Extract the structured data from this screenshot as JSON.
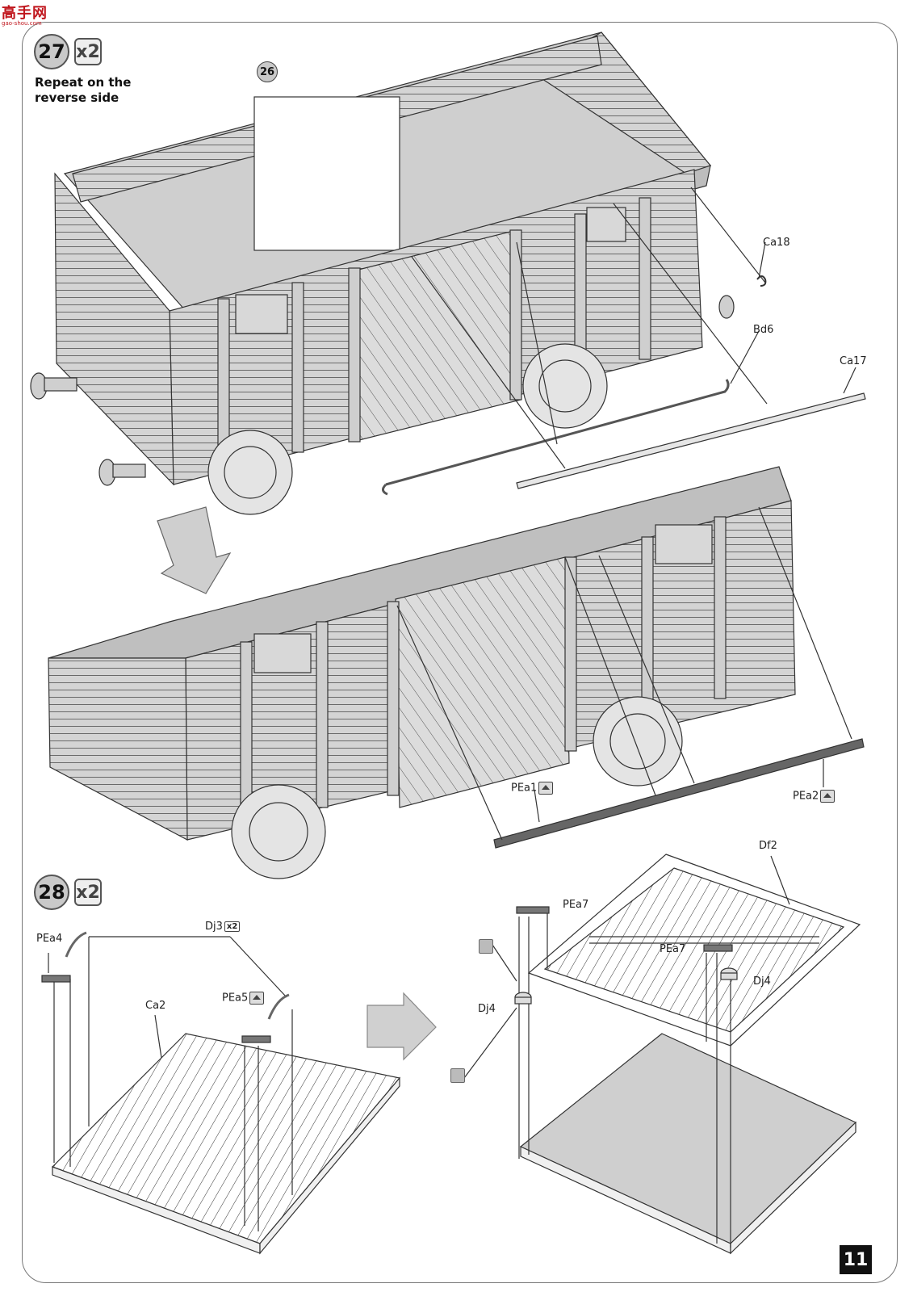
{
  "logo": {
    "text": "高手网",
    "url": "gao-shou.com"
  },
  "step27": {
    "number": "27",
    "multiplier": "x2",
    "note": "Repeat on the reverse side",
    "ref": "26"
  },
  "step28": {
    "number": "28",
    "multiplier": "x2"
  },
  "labels": {
    "ca18": "Ca18",
    "bd6": "Bd6",
    "ca17": "Ca17",
    "pea1": "PEa1",
    "pea2": "PEa2",
    "pea4": "PEa4",
    "dj3": "Dj3",
    "dj3_mult": "x2",
    "pea5": "PEa5",
    "ca2": "Ca2",
    "df2": "Df2",
    "pea7a": "PEa7",
    "pea7b": "PEa7",
    "dj4a": "Dj4",
    "dj4b": "Dj4"
  },
  "page_number": "11"
}
